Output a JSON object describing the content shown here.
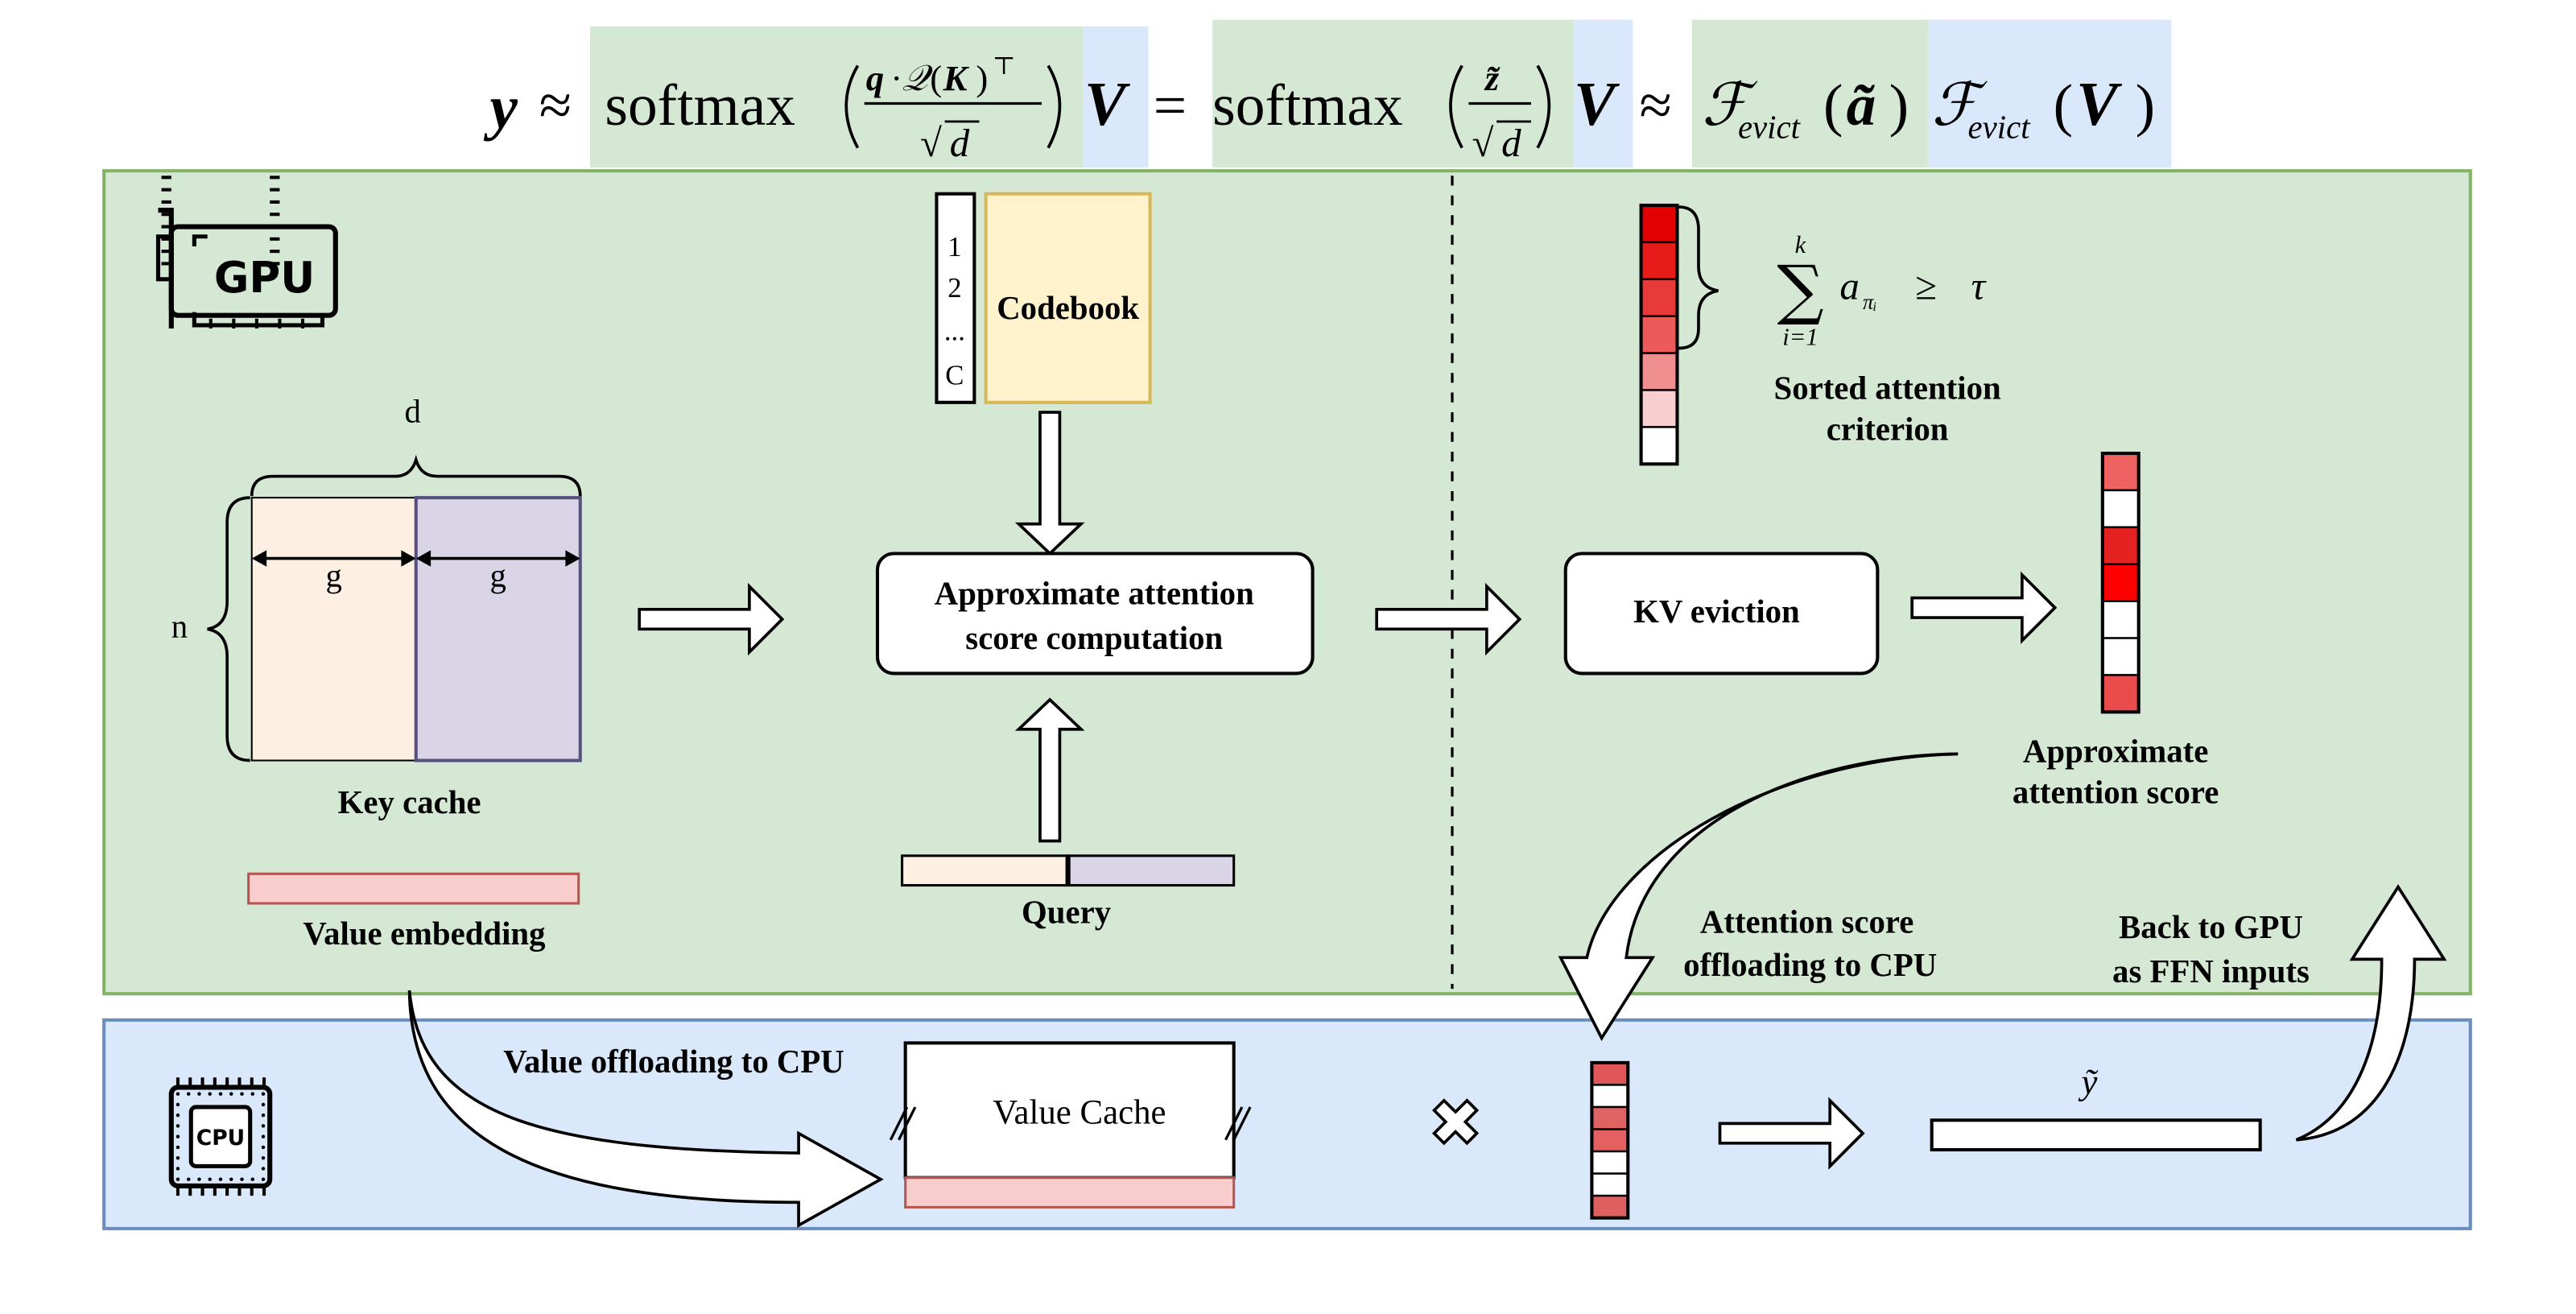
{
  "formula": {
    "lhs": "y",
    "approx1": "≈",
    "softmax1": "softmax",
    "frac1_num_q": "q",
    "frac1_num_dot": "·",
    "frac1_num_Q": "𝒬",
    "frac1_num_K": "K",
    "frac1_num_T": "⊤",
    "sqrt_sign": "√",
    "d": "d",
    "V": "V",
    "eq": "=",
    "softmax2": "softmax",
    "ztilde": "z̃",
    "approx2": "≈",
    "F": "ℱ",
    "evict": "evict",
    "atilde": "ã",
    "colors": {
      "green_bg": "#d5e8d4",
      "blue_bg": "#dae8fc"
    }
  },
  "gpu_panel": {
    "gpu_icon_text": "GPU",
    "key_cache": {
      "d_label": "d",
      "n_label": "n",
      "g_left": "g",
      "g_right": "g",
      "label": "Key cache"
    },
    "value_embedding": "Value embedding",
    "codebook": {
      "index_1": "1",
      "index_2": "2",
      "index_dots": "...",
      "index_c": "C",
      "label": "Codebook"
    },
    "approx_score_box": {
      "line1": "Approximate attention",
      "line2": "score computation"
    },
    "query_label": "Query",
    "sorted": {
      "sum_top": "k",
      "sum_bottom": "i=1",
      "sum_sign": "∑",
      "term": "a",
      "term_sub": "πᵢ",
      "geq": "≥",
      "tau": "τ",
      "label_line1": "Sorted attention",
      "label_line2": "criterion"
    },
    "kv_eviction": "KV eviction",
    "approx_score_label_line1": "Approximate",
    "approx_score_label_line2": "attention score",
    "offload_label_line1": "Attention score",
    "offload_label_line2": "offloading to CPU",
    "back_label_line1": "Back to GPU",
    "back_label_line2": "as FFN inputs"
  },
  "cpu_panel": {
    "cpu_icon_text": "CPU",
    "value_offloading": "Value offloading to CPU",
    "value_cache": "Value Cache",
    "times": "✕",
    "ytilde": "ỹ"
  },
  "colors": {
    "gpu_fill": "#d5e8d4",
    "gpu_stroke": "#82b366",
    "cpu_fill": "#dae8fc",
    "cpu_stroke": "#6c8ebf",
    "peach": "#fdefe2",
    "lavender": "#d9d5e7",
    "lavender_stroke": "#56517e",
    "codebook_fill": "#fff2cc",
    "codebook_stroke": "#d6b656",
    "value_fill": "#f8cecc",
    "value_stroke": "#b85450"
  },
  "sorted_column_cells": [
    "#e30000",
    "#e81b1b",
    "#e93a3a",
    "#ec5a5a",
    "#f08f8f",
    "#f7cfcf",
    "#ffffff"
  ],
  "approx_column_cells": [
    "#ee6262",
    "#ffffff",
    "#e52222",
    "#ff0000",
    "#ffffff",
    "#ffffff",
    "#ea4b4b"
  ],
  "cpu_column_cells": [
    "#e15656",
    "#ffffff",
    "#df6363",
    "#e56161",
    "#ffffff",
    "#ffffff",
    "#e06060"
  ]
}
